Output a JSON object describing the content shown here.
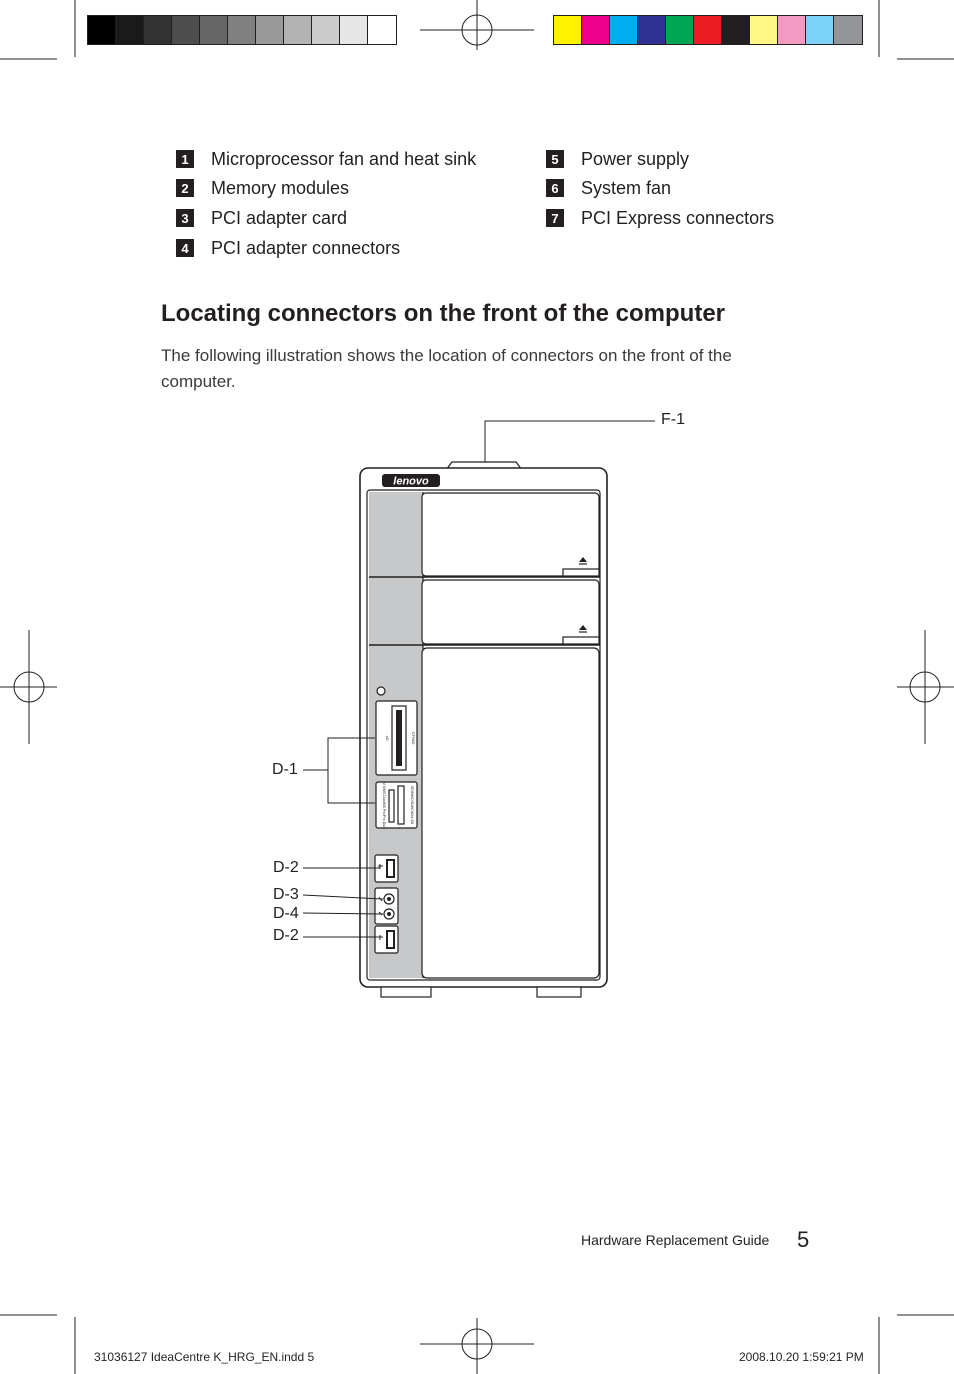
{
  "print_marks": {
    "grayscale_swatches": [
      "#000000",
      "#1a1a1a",
      "#333333",
      "#4d4d4d",
      "#666666",
      "#808080",
      "#999999",
      "#b3b3b3",
      "#cccccc",
      "#e6e6e6",
      "#ffffff"
    ],
    "color_swatches": [
      "#fff200",
      "#ec008c",
      "#00aeef",
      "#2e3192",
      "#00a651",
      "#ed1c24",
      "#231f20",
      "#fff685",
      "#f49ac2",
      "#7dd3f7",
      "#939598"
    ]
  },
  "legend": {
    "left": [
      {
        "num": "1",
        "label": "Microprocessor fan and heat sink"
      },
      {
        "num": "2",
        "label": "Memory modules"
      },
      {
        "num": "3",
        "label": "PCI adapter card"
      },
      {
        "num": "4",
        "label": "PCI adapter connectors"
      }
    ],
    "right": [
      {
        "num": "5",
        "label": "Power supply"
      },
      {
        "num": "6",
        "label": "System fan"
      },
      {
        "num": "7",
        "label": "PCI Express connectors"
      }
    ]
  },
  "section": {
    "title": "Locating connectors on the front of the computer",
    "intro": "The following illustration shows the location of connectors on the front of the computer."
  },
  "illustration": {
    "brand": "lenovo",
    "card_slot_labels": {
      "sd_left": "xD",
      "sd_right": "CF/MD",
      "ms_left": "M S/MS Duo/MS Pro/Pro Duo",
      "ms_right": "SD/MMC/SDHC/Mini SD"
    },
    "callouts": {
      "f1": "F-1",
      "d1": "D-1",
      "d2_top": "D-2",
      "d3": "D-3",
      "d4": "D-4",
      "d2_bottom": "D-2"
    }
  },
  "footer": {
    "guide": "Hardware Replacement Guide",
    "page": "5",
    "slug_left": "31036127 IdeaCentre K_HRG_EN.indd   5",
    "slug_right": "2008.10.20   1:59:21 PM"
  }
}
